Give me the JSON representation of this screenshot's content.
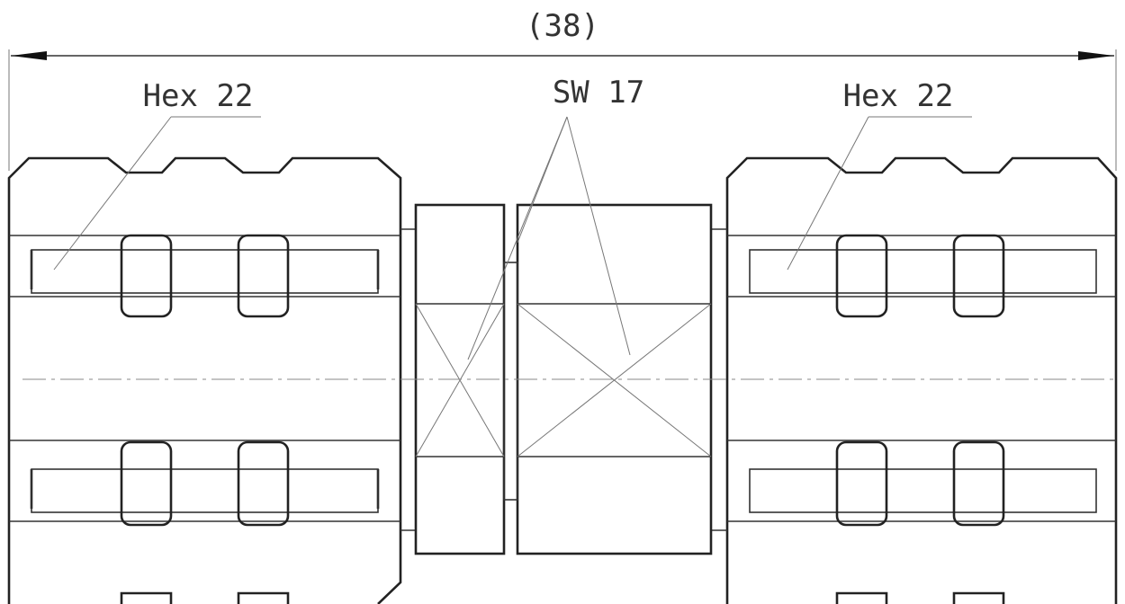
{
  "dimension": {
    "value": "(38)"
  },
  "labels": {
    "left_hex": "Hex 22",
    "center_wrench": "SW 17",
    "right_hex": "Hex 22"
  }
}
